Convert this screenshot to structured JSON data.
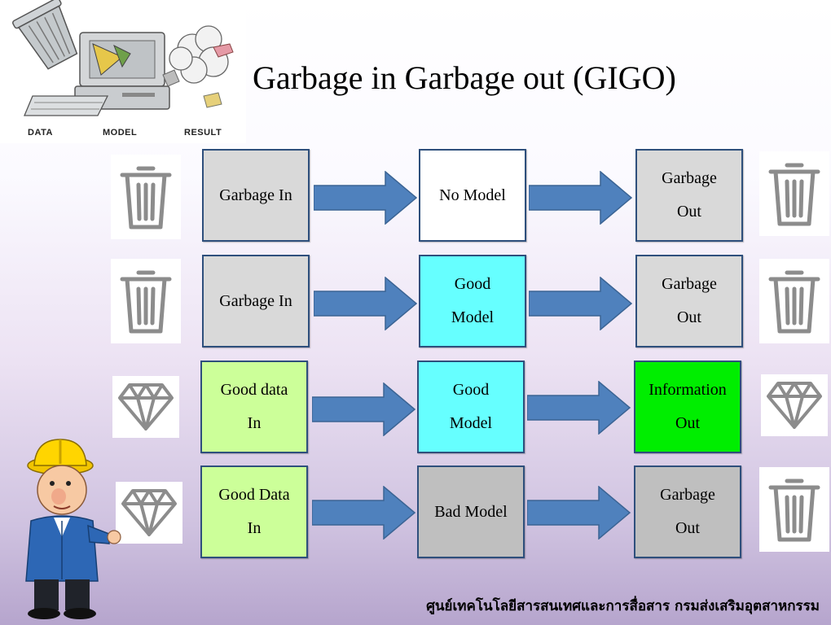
{
  "title": "Garbage in Garbage out (GIGO)",
  "illustration": {
    "captions": [
      "DATA",
      "MODEL",
      "RESULT"
    ]
  },
  "rows": [
    {
      "input": {
        "lines": [
          "Garbage In"
        ],
        "color": "#d9d9d9"
      },
      "model": {
        "lines": [
          "No Model"
        ],
        "color": "#ffffff"
      },
      "output": {
        "lines": [
          "Garbage",
          "Out"
        ],
        "color": "#d9d9d9"
      },
      "left_icon": "trash-icon",
      "right_icon": "trash-icon"
    },
    {
      "input": {
        "lines": [
          "Garbage In"
        ],
        "color": "#d9d9d9"
      },
      "model": {
        "lines": [
          "Good",
          "Model"
        ],
        "color": "#66ffff"
      },
      "output": {
        "lines": [
          "Garbage",
          "Out"
        ],
        "color": "#d9d9d9"
      },
      "left_icon": "trash-icon",
      "right_icon": "trash-icon"
    },
    {
      "input": {
        "lines": [
          "Good data",
          "In"
        ],
        "color": "#ccff99"
      },
      "model": {
        "lines": [
          "Good",
          "Model"
        ],
        "color": "#66ffff"
      },
      "output": {
        "lines": [
          "Information",
          "Out"
        ],
        "color": "#00ee00"
      },
      "left_icon": "diamond-icon",
      "right_icon": "diamond-icon"
    },
    {
      "input": {
        "lines": [
          "Good Data",
          "In"
        ],
        "color": "#ccff99"
      },
      "model": {
        "lines": [
          "Bad Model"
        ],
        "color": "#bfbfbf"
      },
      "output": {
        "lines": [
          "Garbage",
          "Out"
        ],
        "color": "#bfbfbf"
      },
      "left_icon": "diamond-icon",
      "right_icon": "trash-icon"
    }
  ],
  "colors": {
    "arrow": "#4f81bd",
    "border": "#2e4f7c",
    "icon": "#8c8c8c"
  },
  "footer": "ศูนย์เทคโนโลยีสารสนเทศและการสื่อสาร กรมส่งเสริมอุตสาหกรรม"
}
